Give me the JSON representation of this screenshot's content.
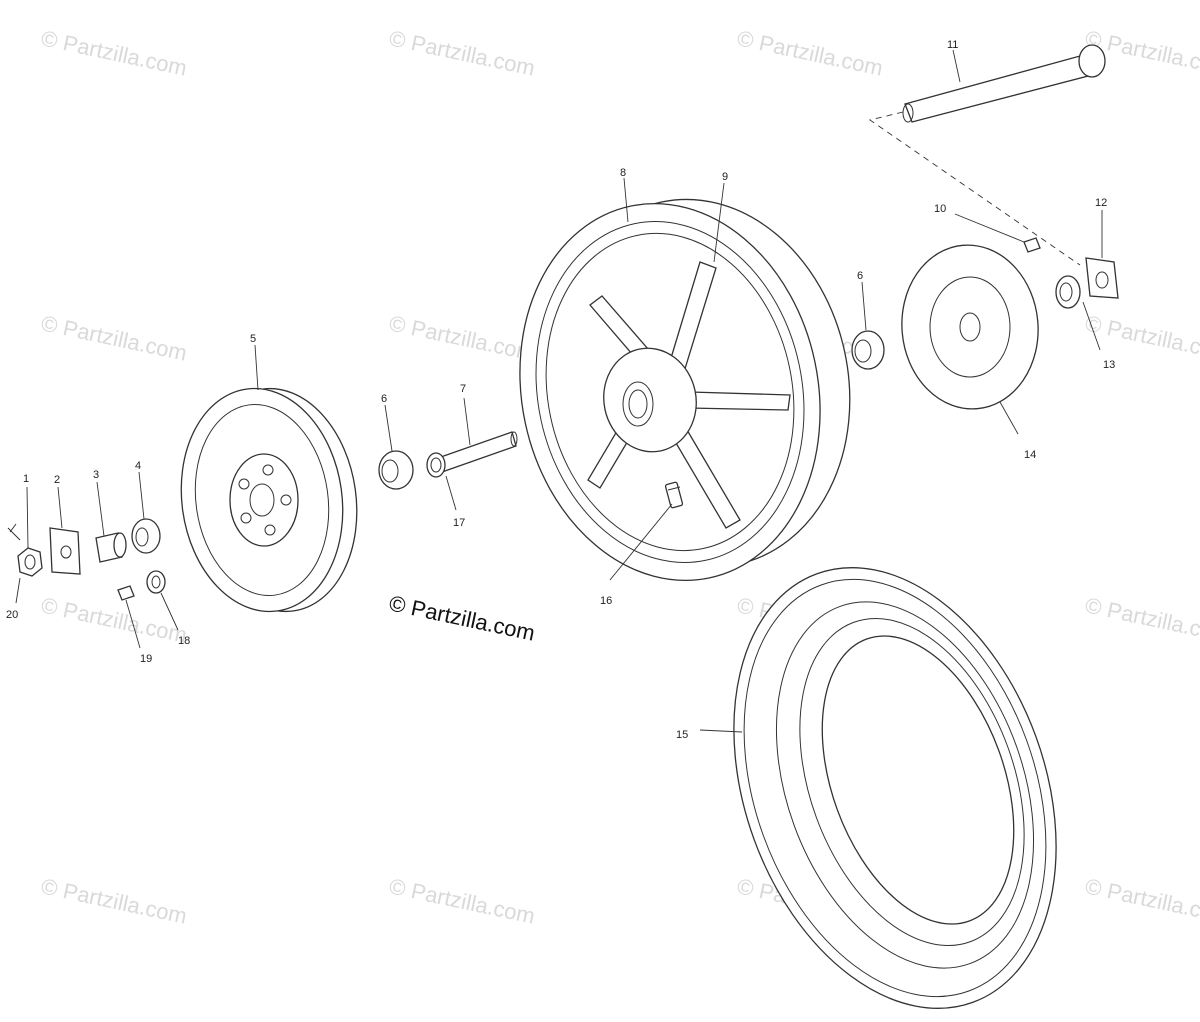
{
  "watermark": {
    "repeated": "© Partzilla.com",
    "main": "© Partzilla.com"
  },
  "callouts": {
    "p1": "1",
    "p2": "2",
    "p3": "3",
    "p4": "4",
    "p5": "5",
    "p6a": "6",
    "p6b": "6",
    "p7": "7",
    "p8": "8",
    "p9": "9",
    "p10": "10",
    "p11": "11",
    "p12": "12",
    "p13": "13",
    "p14": "14",
    "p15": "15",
    "p16": "16",
    "p17": "17",
    "p18": "18",
    "p19": "19",
    "p20": "20"
  },
  "colors": {
    "line": "#333333",
    "watermark": "#d9d9d9",
    "background": "#ffffff"
  }
}
